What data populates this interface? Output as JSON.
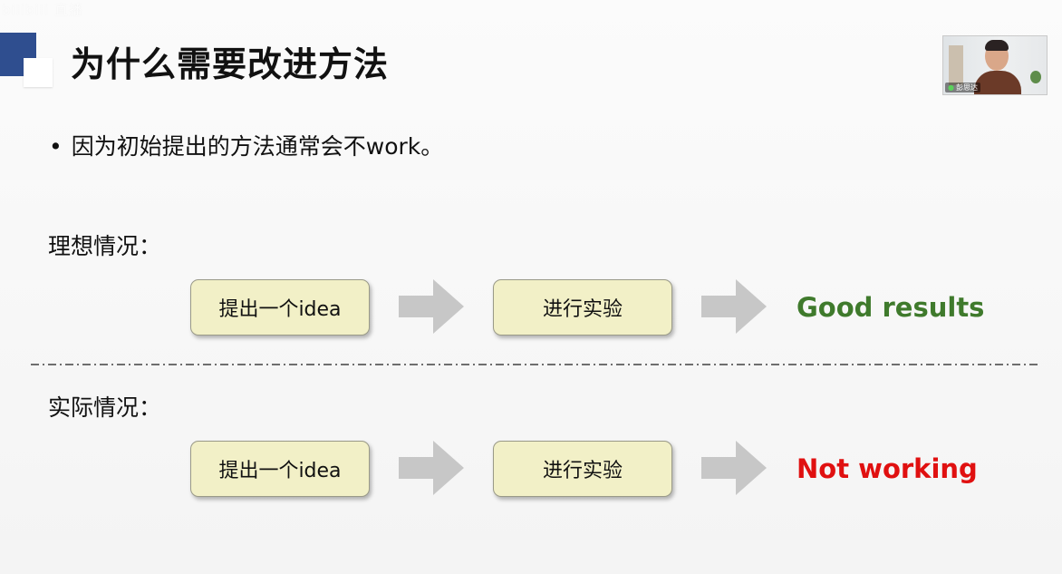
{
  "watermark": "bilibili 直播",
  "title": "为什么需要改进方法",
  "webcam": {
    "name_label": "彭思达"
  },
  "bullet": {
    "symbol": "•",
    "text": "因为初始提出的方法通常会不work。"
  },
  "ideal": {
    "label": "理想情况：",
    "step1": "提出一个idea",
    "step2": "进行实验",
    "result": "Good results",
    "result_color": "#3f7a2c"
  },
  "actual": {
    "label": "实际情况：",
    "step1": "提出一个idea",
    "step2": "进行实验",
    "result": "Not working",
    "result_color": "#e01010"
  },
  "colors": {
    "box_fill": "#f2f0c7",
    "arrow_fill": "#c7c7c7",
    "accent_blue": "#2f4e8f"
  }
}
